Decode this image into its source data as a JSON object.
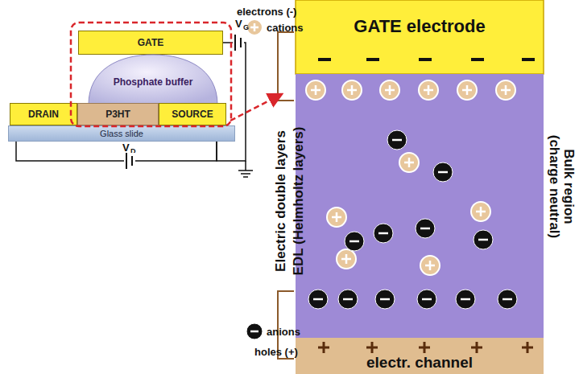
{
  "diagram": {
    "nodes": [
      {
        "text": [
          "GATE"
        ]
      },
      {
        "text": [
          "Phosphate buffer"
        ]
      },
      {
        "text": [
          "P3HT"
        ]
      },
      {
        "text": [
          "DRAIN"
        ]
      },
      {
        "text": [
          "SOURCE"
        ]
      },
      {
        "text": [
          "Glass slide"
        ]
      },
      {
        "text": [
          "GATE electrode"
        ]
      },
      {
        "text": [
          "electr. channel"
        ]
      }
    ],
    "edges": [
      {
        "from": 0,
        "to": 4,
        "arrow": "none"
      },
      {
        "from": 3,
        "to": 4,
        "arrow": "none"
      }
    ],
    "labels": [
      "electrons (-)",
      "cations",
      "Electric double layers",
      "EDL (Helmholtz layers)",
      "Bulk region",
      "(charge neutral)",
      "anions",
      "holes (+)",
      "V",
      "G",
      "V",
      "D"
    ]
  }
}
